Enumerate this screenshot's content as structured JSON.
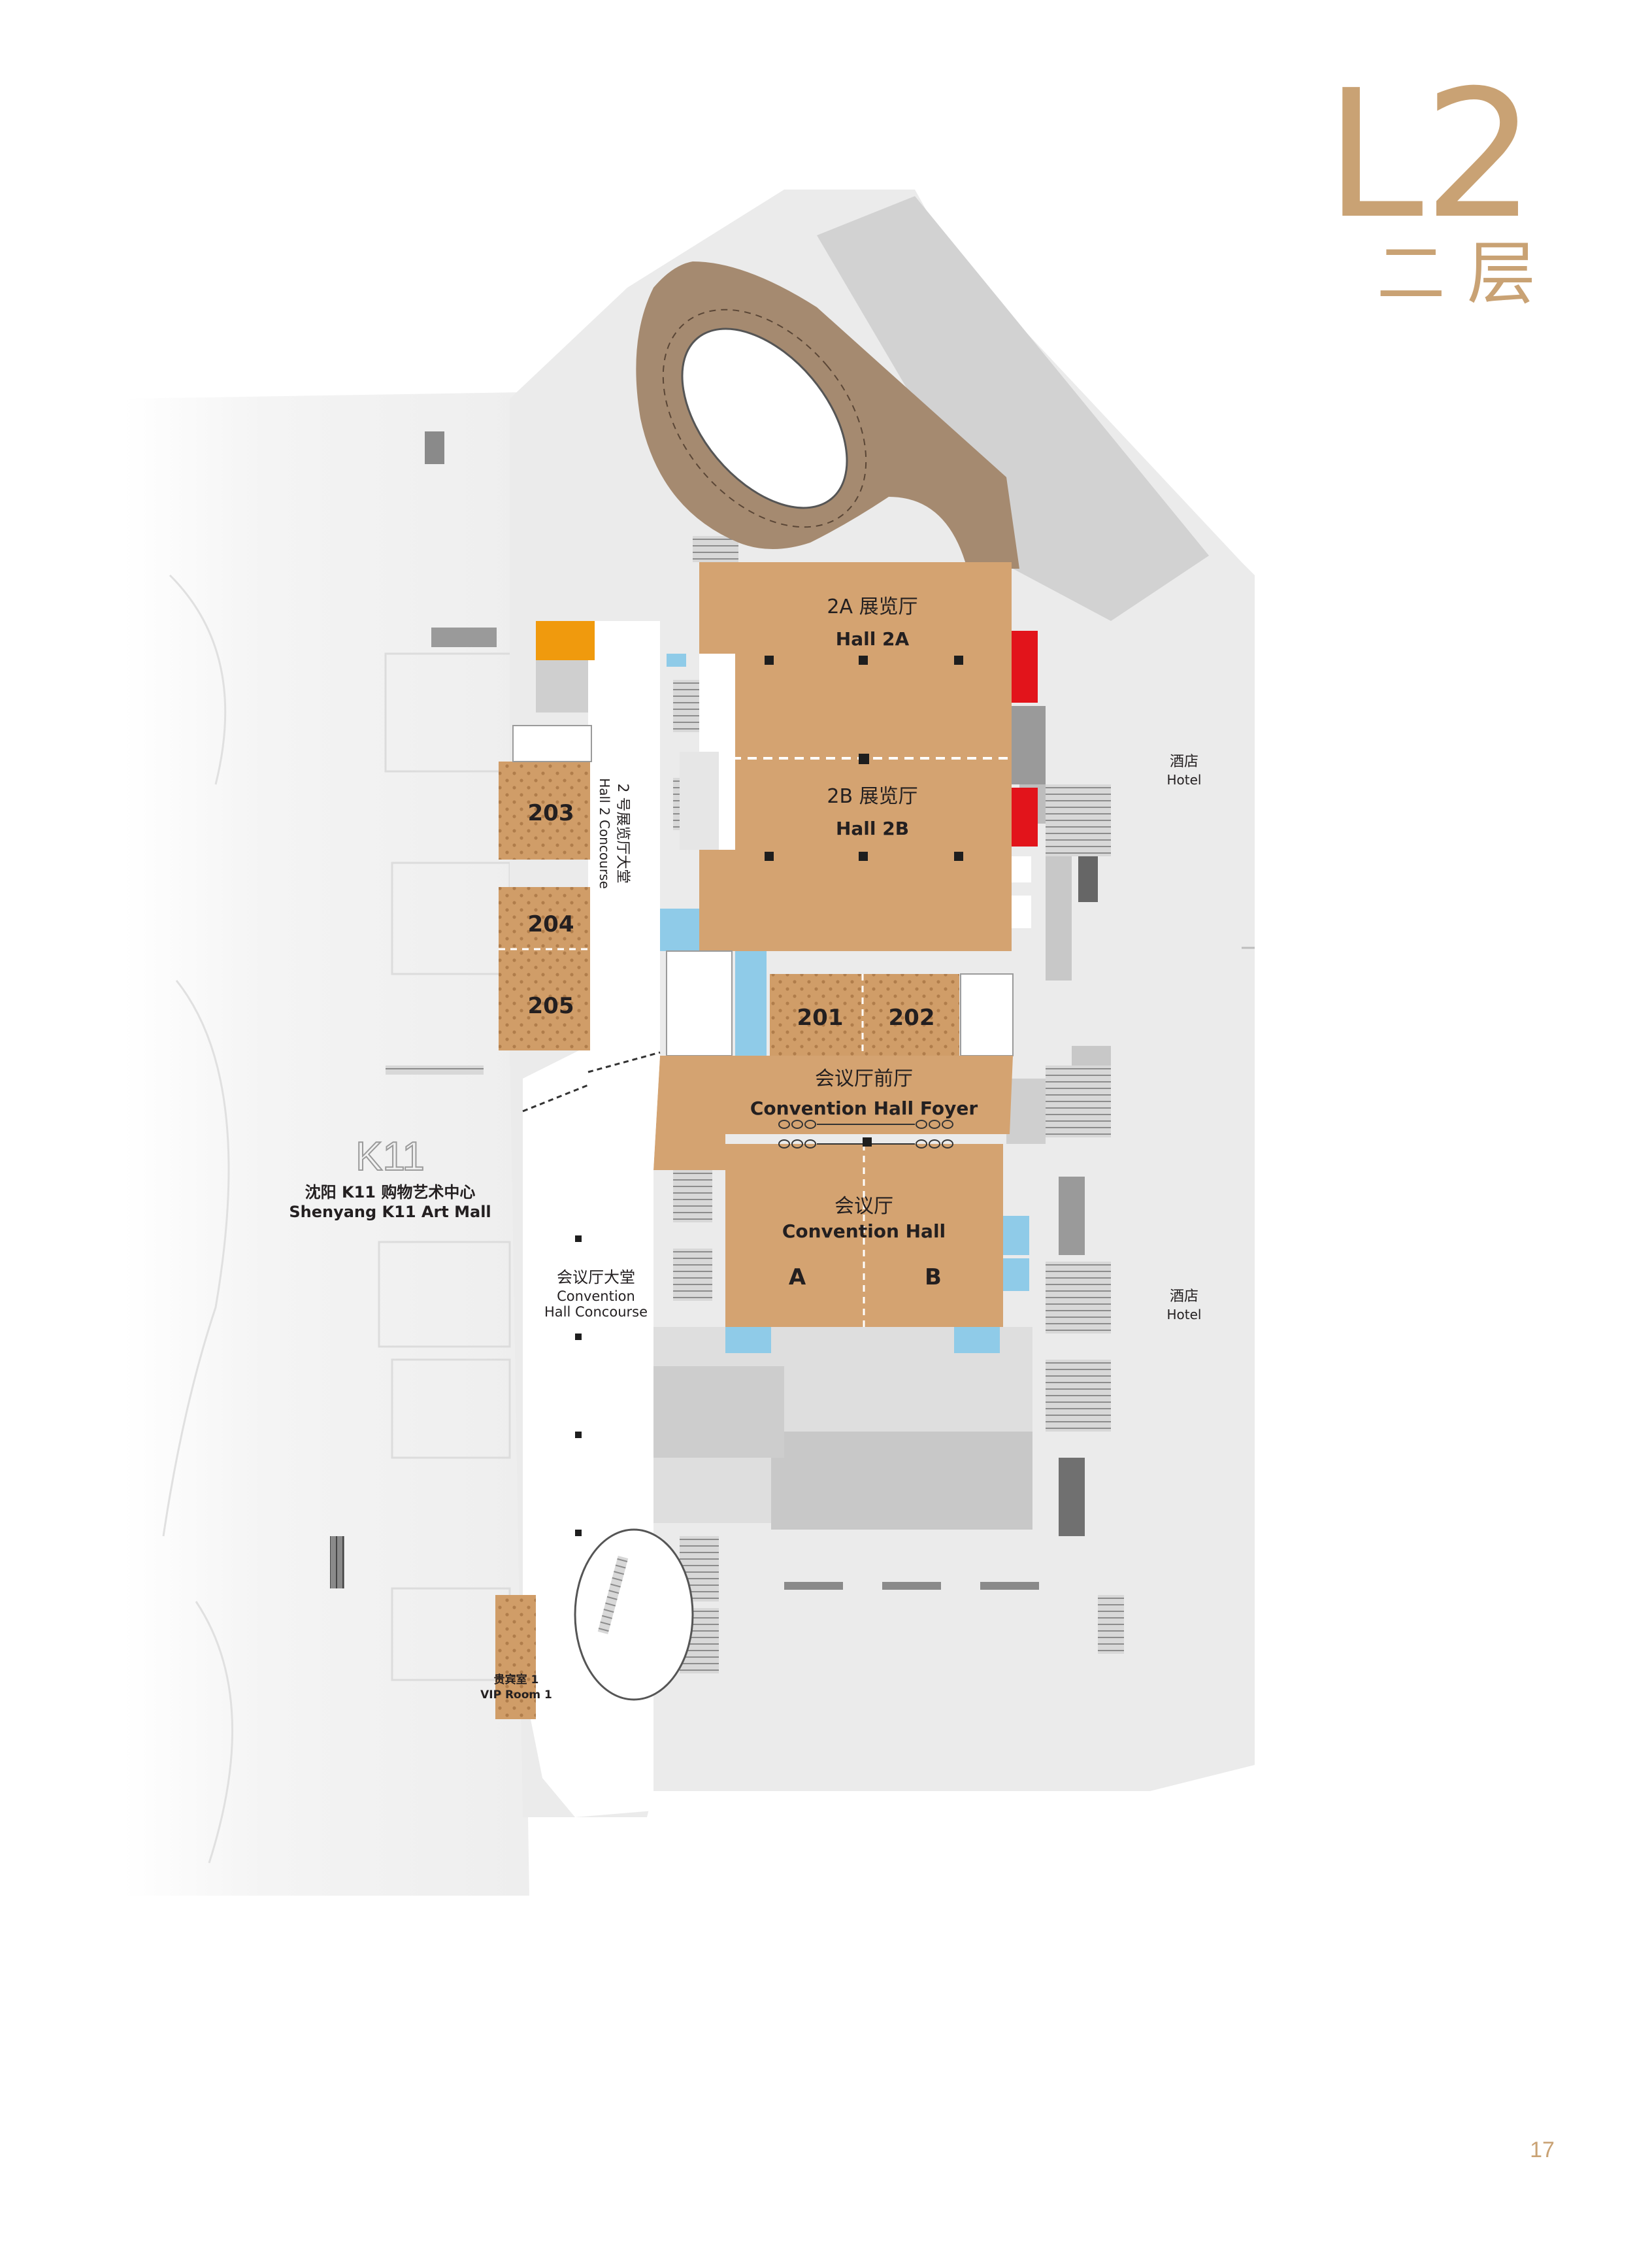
{
  "level": {
    "code": "L2",
    "name": "二 层"
  },
  "page_number": "17",
  "colors": {
    "hall": "#d4a371",
    "room_pattern": "#c9935c",
    "drive": "#a58a70",
    "mall": "#f2f2f2",
    "building": "#e6e6e6",
    "service": "#c6c6c6",
    "dark_service": "#7a7a7a",
    "blue": "#8fcbe8",
    "red": "#e2141b",
    "orange": "#f09a0d",
    "level_accent": "#c9a274"
  },
  "halls": {
    "h2a": {
      "cn": "2A 展览厅",
      "en": "Hall 2A"
    },
    "h2b": {
      "cn": "2B 展览厅",
      "en": "Hall 2B"
    },
    "foyer": {
      "cn": "会议厅前厅",
      "en": "Convention Hall Foyer"
    },
    "convention": {
      "cn": "会议厅",
      "en": "Convention Hall",
      "a": "A",
      "b": "B"
    }
  },
  "rooms": {
    "r201": "201",
    "r202": "202",
    "r203": "203",
    "r204": "204",
    "r205": "205"
  },
  "areas": {
    "hall2_concourse_cn": "2 号展览厅大堂",
    "hall2_concourse_en": "Hall 2 Concourse",
    "conv_concourse_cn": "会议厅大堂",
    "conv_concourse_en1": "Convention",
    "conv_concourse_en2": "Hall Concourse",
    "hotel_cn": "酒店",
    "hotel_en": "Hotel",
    "mall_logo": "K11",
    "mall_cn": "沈阳 K11 购物艺术中心",
    "mall_en": "Shenyang K11 Art Mall",
    "vip_cn": "贵宾室 1",
    "vip_en": "VIP Room 1"
  }
}
